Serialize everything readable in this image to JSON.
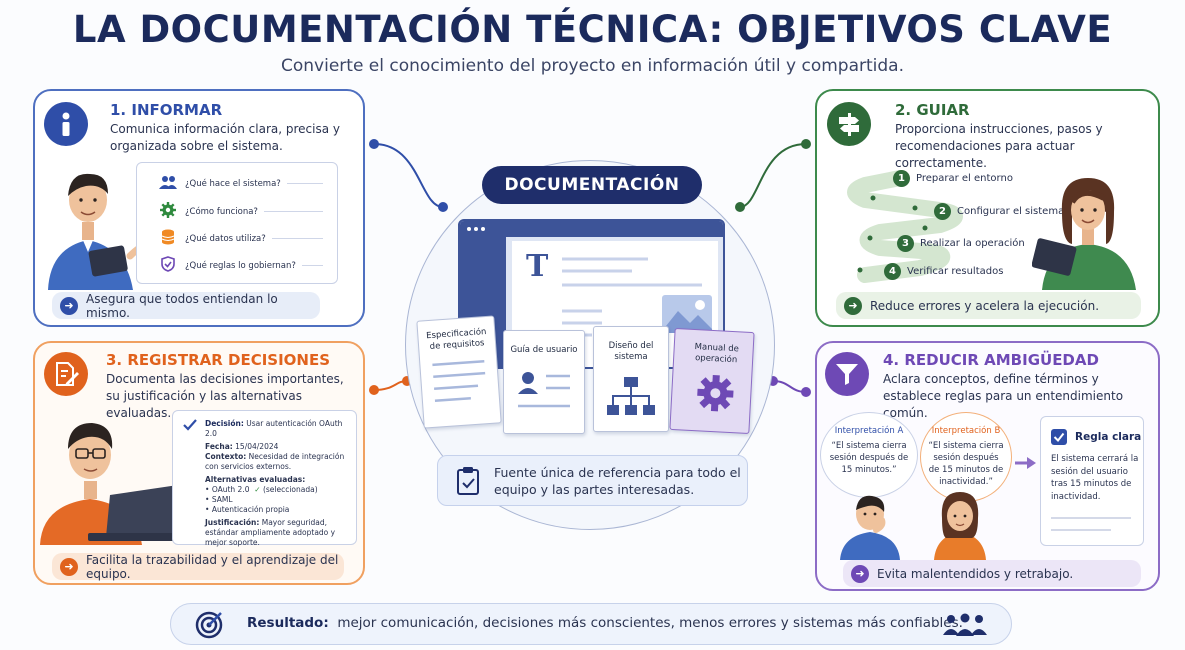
{
  "header": {
    "title": "LA DOCUMENTACIÓN TÉCNICA: OBJETIVOS CLAVE",
    "subtitle": "Convierte el conocimiento del proyecto en información útil y compartida."
  },
  "center": {
    "label": "DOCUMENTACIÓN",
    "documents": [
      {
        "label": "Especificación de requisitos"
      },
      {
        "label": "Guía de usuario"
      },
      {
        "label": "Diseño del sistema"
      },
      {
        "label": "Manual de operación"
      }
    ],
    "reference_text": "Fuente única de referencia para todo el equipo y las partes interesadas.",
    "editor_letter": "T"
  },
  "cards": {
    "informar": {
      "title": "1. INFORMAR",
      "description": "Comunica información clara, precisa y organizada sobre el sistema.",
      "questions": [
        {
          "icon": "users-icon",
          "text": "¿Qué hace el sistema?"
        },
        {
          "icon": "gear-icon",
          "text": "¿Cómo funciona?"
        },
        {
          "icon": "database-icon",
          "text": "¿Qué datos utiliza?"
        },
        {
          "icon": "shield-icon",
          "text": "¿Qué reglas lo gobiernan?"
        }
      ],
      "footer": "Asegura que todos entiendan lo mismo.",
      "color": "#2f4ea8"
    },
    "guiar": {
      "title": "2. GUIAR",
      "description": "Proporciona instrucciones, pasos y recomendaciones para actuar correctamente.",
      "steps": [
        {
          "num": "1",
          "text": "Preparar el entorno"
        },
        {
          "num": "2",
          "text": "Configurar el sistema"
        },
        {
          "num": "3",
          "text": "Realizar la operación"
        },
        {
          "num": "4",
          "text": "Verificar resultados"
        }
      ],
      "footer": "Reduce errores y acelera la ejecución.",
      "color": "#2f6b3a"
    },
    "registrar": {
      "title": "3. REGISTRAR DECISIONES",
      "description": "Documenta las decisiones importantes, su justificación y las alternativas evaluadas.",
      "decision_label": "Decisión:",
      "decision_value": "Usar autenticación OAuth 2.0",
      "date_label": "Fecha:",
      "date_value": "15/04/2024",
      "context_label": "Contexto:",
      "context_value": "Necesidad de integración con servicios externos.",
      "alternatives_label": "Alternativas evaluadas:",
      "alternatives": [
        "OAuth 2.0",
        "SAML",
        "Autenticación propia"
      ],
      "selected_note": "(seleccionada)",
      "justification_label": "Justificación:",
      "justification_value": "Mayor seguridad, estándar ampliamente adoptado y mejor soporte.",
      "footer": "Facilita la trazabilidad y el aprendizaje del equipo.",
      "color": "#e0621d"
    },
    "reducir": {
      "title": "4. REDUCIR AMBIGÜEDAD",
      "description": "Aclara conceptos, define términos y establece reglas para un entendimiento común.",
      "interpretation_a_title": "Interpretación A",
      "interpretation_a_text": "“El sistema cierra sesión después de 15 minutos.”",
      "interpretation_b_title": "Interpretación B",
      "interpretation_b_text": "“El sistema cierra sesión después de 15 minutos de inactividad.”",
      "rule_title": "Regla clara",
      "rule_text": "El sistema cerrará la sesión del usuario tras 15 minutos de inactividad.",
      "footer": "Evita malentendidos y retrabajo.",
      "color": "#6e49b5"
    }
  },
  "result": {
    "label": "Resultado:",
    "text": "mejor comunicación, decisiones más conscientes, menos errores y sistemas más confiables."
  }
}
